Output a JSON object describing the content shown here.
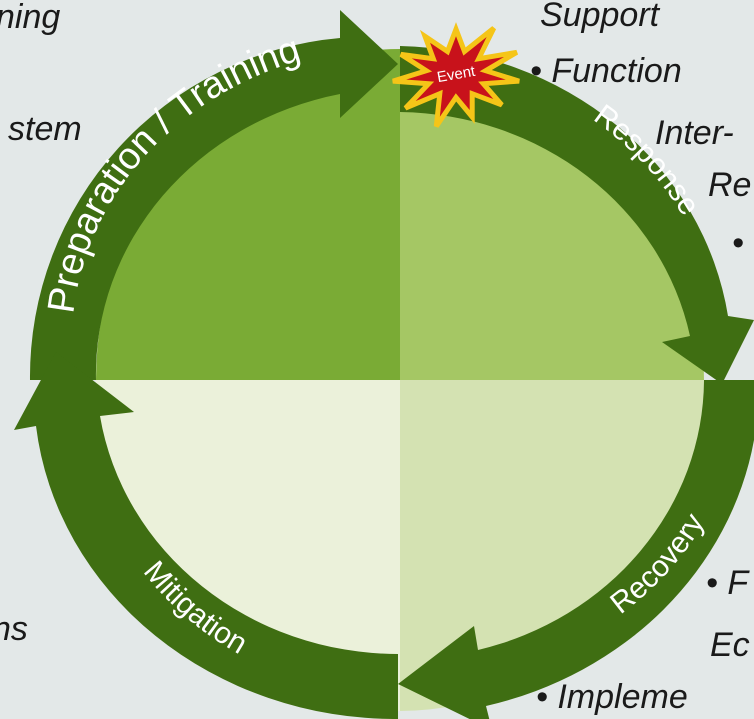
{
  "colors": {
    "background": "#e3e8e8",
    "ring": "#3f6e12",
    "quadrant_top_left": "#7aab35",
    "quadrant_top_right": "#a5c764",
    "quadrant_bottom_right": "#d4e2b2",
    "quadrant_bottom_left": "#ebf1da",
    "event_burst_fill": "#c8121b",
    "event_burst_outline": "#f5c518"
  },
  "cycle": {
    "phases": [
      {
        "id": "preparation",
        "label": "Preparation / Training"
      },
      {
        "id": "response",
        "label": "Response"
      },
      {
        "id": "recovery",
        "label": "Recovery"
      },
      {
        "id": "mitigation",
        "label": "Mitigation"
      }
    ],
    "event_label": "Event"
  },
  "background_text": {
    "top_left": [
      "ning",
      "stem"
    ],
    "top_right": [
      "Support",
      "• Function",
      "Inter-",
      "Re",
      "•"
    ],
    "bottom_left": [
      "ns"
    ],
    "bottom_right": [
      "• F",
      "Ec",
      "• Impleme"
    ]
  }
}
